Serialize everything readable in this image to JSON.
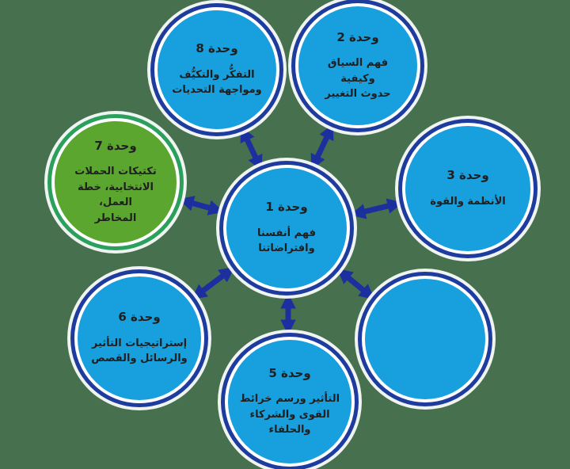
{
  "diagram": {
    "type": "hub-and-spoke",
    "colors": {
      "background": "#47704E",
      "node_fill_blue": "#189FDD",
      "node_border_blue": "#1E3C9E",
      "node_fill_green": "#5BA62F",
      "node_border_green": "#2BA05C",
      "inner_ring": "#FFFFFF",
      "arrow": "#1B2F9F",
      "text": "#1F1F1F"
    },
    "nodes": [
      {
        "id": "unit-1",
        "role": "center",
        "variant": "blue",
        "title": "وحدة 1",
        "description": "فهم أنفسنا\nوافتراضاتنا"
      },
      {
        "id": "unit-2",
        "role": "spoke",
        "variant": "blue",
        "title": "وحدة 2",
        "description": "فهم السياق وكيفية\nحدوث التغيير"
      },
      {
        "id": "unit-3",
        "role": "spoke",
        "variant": "blue",
        "title": "وحدة 3",
        "description": "الأنظمة والقوة"
      },
      {
        "id": "unit-4",
        "role": "spoke",
        "variant": "blue",
        "title": "",
        "description": ""
      },
      {
        "id": "unit-5",
        "role": "spoke",
        "variant": "blue",
        "title": "وحدة 5",
        "description": "التأثير ورسم خرائط\nالقوى والشركاء\nوالحلفاء"
      },
      {
        "id": "unit-6",
        "role": "spoke",
        "variant": "blue",
        "title": "وحدة 6",
        "description": "إستراتيجيات التأثير\nوالرسائل والقصص"
      },
      {
        "id": "unit-7",
        "role": "spoke",
        "variant": "green",
        "title": "وحدة 7",
        "description": "تكتيكات الحملات\nالانتخابية، خطة العمل،\nالمخاطر"
      },
      {
        "id": "unit-8",
        "role": "spoke",
        "variant": "blue",
        "title": "وحدة 8",
        "description": "التفكُّر والتكيُّف\nومواجهة التحديات"
      }
    ],
    "connections": [
      {
        "from": "unit-1",
        "to": "unit-2",
        "style": "double-arrow"
      },
      {
        "from": "unit-1",
        "to": "unit-3",
        "style": "double-arrow"
      },
      {
        "from": "unit-1",
        "to": "unit-4",
        "style": "double-arrow"
      },
      {
        "from": "unit-1",
        "to": "unit-5",
        "style": "double-arrow"
      },
      {
        "from": "unit-1",
        "to": "unit-6",
        "style": "double-arrow"
      },
      {
        "from": "unit-1",
        "to": "unit-7",
        "style": "double-arrow"
      },
      {
        "from": "unit-1",
        "to": "unit-8",
        "style": "double-arrow"
      }
    ]
  }
}
